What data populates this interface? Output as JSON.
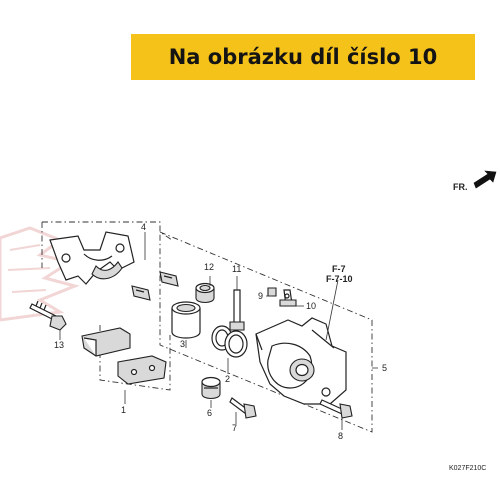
{
  "banner": {
    "text": "Na obrázku díl číslo 10"
  },
  "direction_label": "FR.",
  "ref_labels": {
    "f7": "F-7",
    "f710": "F-7-10"
  },
  "catalog_code": "K027F210C",
  "callouts": {
    "c1": "1",
    "c2": "2",
    "c3": "3",
    "c4": "4",
    "c5": "5",
    "c6": "6",
    "c7": "7",
    "c8": "8",
    "c9": "9",
    "c10": "10",
    "c11": "11",
    "c12": "12",
    "c13": "13"
  },
  "colors": {
    "banner": "#f5c21a",
    "watermark": "#e8b4b4"
  }
}
